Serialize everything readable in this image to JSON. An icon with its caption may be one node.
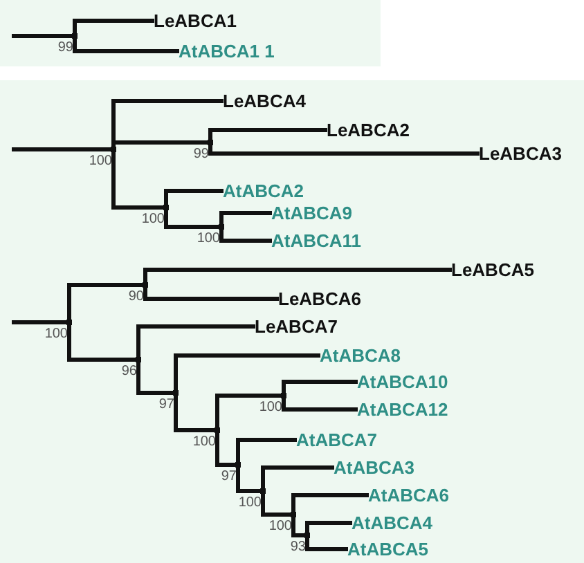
{
  "diagram": {
    "nodes": [
      {
        "text": [],
        "shape": "point",
        "beside": [
          "99"
        ]
      },
      {
        "text": [
          "LeABCA1"
        ]
      },
      {
        "text": [
          "AtABCA1 1"
        ]
      },
      {
        "text": [],
        "shape": "point",
        "beside": [
          "100"
        ]
      },
      {
        "text": [
          "LeABCA4"
        ]
      },
      {
        "text": [],
        "shape": "point",
        "beside": [
          "99"
        ]
      },
      {
        "text": [
          "LeABCA2"
        ]
      },
      {
        "text": [
          "LeABCA3"
        ]
      },
      {
        "text": [],
        "shape": "point",
        "beside": [
          "100"
        ]
      },
      {
        "text": [
          "AtABCA2"
        ]
      },
      {
        "text": [],
        "shape": "point",
        "beside": [
          "100"
        ]
      },
      {
        "text": [
          "AtABCA9"
        ]
      },
      {
        "text": [
          "AtABCA11"
        ]
      },
      {
        "text": [],
        "shape": "point",
        "beside": [
          "100"
        ]
      },
      {
        "text": [],
        "shape": "point",
        "beside": [
          "90"
        ]
      },
      {
        "text": [
          "LeABCA5"
        ]
      },
      {
        "text": [
          "LeABCA6"
        ]
      },
      {
        "text": [],
        "shape": "point",
        "beside": [
          "96"
        ]
      },
      {
        "text": [
          "LeABCA7"
        ]
      },
      {
        "text": [],
        "shape": "point",
        "beside": [
          "97"
        ]
      },
      {
        "text": [
          "AtABCA8"
        ]
      },
      {
        "text": [],
        "shape": "point",
        "beside": [
          "100"
        ]
      },
      {
        "text": [],
        "shape": "point",
        "beside": [
          "100"
        ]
      },
      {
        "text": [
          "AtABCA10"
        ]
      },
      {
        "text": [
          "AtABCA12"
        ]
      },
      {
        "text": [],
        "shape": "point",
        "beside": [
          "97"
        ]
      },
      {
        "text": [
          "AtABCA7"
        ]
      },
      {
        "text": [],
        "shape": "point",
        "beside": [
          "100"
        ]
      },
      {
        "text": [
          "AtABCA3"
        ]
      },
      {
        "text": [],
        "shape": "point",
        "beside": [
          "100"
        ]
      },
      {
        "text": [
          "AtABCA6"
        ]
      },
      {
        "text": [],
        "shape": "point",
        "beside": [
          "93"
        ]
      },
      {
        "text": [
          "AtABCA4"
        ]
      },
      {
        "text": [
          "AtABCA5"
        ]
      }
    ],
    "edges": [
      {
        "from": null,
        "to": 0,
        "arrow": "none"
      },
      {
        "from": 0,
        "to": 1,
        "arrow": "none"
      },
      {
        "from": 0,
        "to": 2,
        "arrow": "none"
      },
      {
        "from": null,
        "to": 3,
        "arrow": "none"
      },
      {
        "from": 3,
        "to": 4,
        "arrow": "none"
      },
      {
        "from": 3,
        "to": 5,
        "arrow": "none"
      },
      {
        "from": 5,
        "to": 6,
        "arrow": "none"
      },
      {
        "from": 5,
        "to": 7,
        "arrow": "none"
      },
      {
        "from": 3,
        "to": 8,
        "arrow": "none"
      },
      {
        "from": 8,
        "to": 9,
        "arrow": "none"
      },
      {
        "from": 8,
        "to": 10,
        "arrow": "none"
      },
      {
        "from": 10,
        "to": 11,
        "arrow": "none"
      },
      {
        "from": 10,
        "to": 12,
        "arrow": "none"
      },
      {
        "from": null,
        "to": 13,
        "arrow": "none"
      },
      {
        "from": 13,
        "to": 14,
        "arrow": "none"
      },
      {
        "from": 14,
        "to": 15,
        "arrow": "none"
      },
      {
        "from": 14,
        "to": 16,
        "arrow": "none"
      },
      {
        "from": 13,
        "to": 17,
        "arrow": "none"
      },
      {
        "from": 17,
        "to": 18,
        "arrow": "none"
      },
      {
        "from": 17,
        "to": 19,
        "arrow": "none"
      },
      {
        "from": 19,
        "to": 20,
        "arrow": "none"
      },
      {
        "from": 19,
        "to": 21,
        "arrow": "none"
      },
      {
        "from": 21,
        "to": 22,
        "arrow": "none"
      },
      {
        "from": 22,
        "to": 23,
        "arrow": "none"
      },
      {
        "from": 22,
        "to": 24,
        "arrow": "none"
      },
      {
        "from": 21,
        "to": 25,
        "arrow": "none"
      },
      {
        "from": 25,
        "to": 26,
        "arrow": "none"
      },
      {
        "from": 25,
        "to": 27,
        "arrow": "none"
      },
      {
        "from": 27,
        "to": 28,
        "arrow": "none"
      },
      {
        "from": 27,
        "to": 29,
        "arrow": "none"
      },
      {
        "from": 29,
        "to": 30,
        "arrow": "none"
      },
      {
        "from": 29,
        "to": 31,
        "arrow": "none"
      },
      {
        "from": 31,
        "to": 32,
        "arrow": "none"
      },
      {
        "from": 31,
        "to": 33,
        "arrow": "none"
      }
    ]
  }
}
